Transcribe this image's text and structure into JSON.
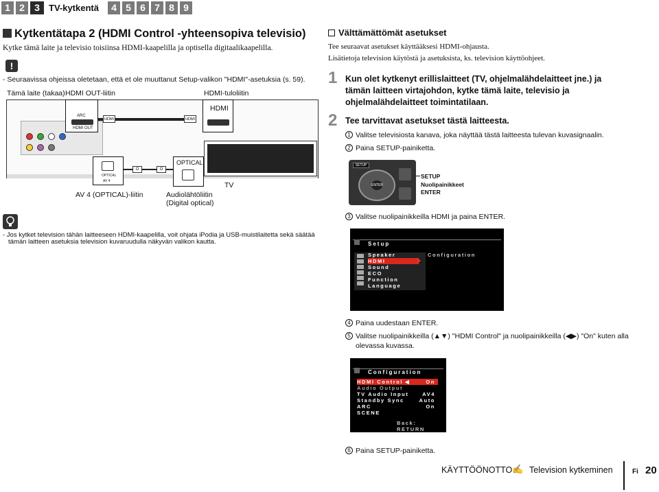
{
  "tabs": {
    "items": [
      "1",
      "2",
      "3",
      "4",
      "5",
      "6",
      "7",
      "8",
      "9"
    ],
    "active_label": "TV-kytkentä"
  },
  "left": {
    "title": "Kytkentätapa 2 (HDMI Control -yhteensopiva televisio)",
    "intro": "Kytke tämä laite ja televisio toisiinsa HDMI-kaapelilla ja optisella digitaalikaapelilla.",
    "warning_icon": "!",
    "warning_text": "- Seuraavissa ohjeissa oletetaan, että et ole muuttanut Setup-valikon \"HDMI\"-asetuksia (s. 59).",
    "diagram": {
      "label_rear": "Tämä laite (takaa)",
      "label_hdmi_out": "HDMI OUT-liitin",
      "label_hdmi_in": "HDMI-tuloliitin",
      "hdmi_callout": "HDMI",
      "optical_callout": "OPTICAL",
      "label_av4": "AV 4 (OPTICAL)-liitin",
      "label_audio_out": "Audiolähtöliitin",
      "label_digital_optical": "(Digital optical)",
      "label_tv": "TV",
      "rear_hdmi_text": "HDMI OUT",
      "rear_arc_text": "ARC",
      "optical_small": "OPTICAL",
      "av4_small": "AV 4",
      "cable_hdmi": "HDMI",
      "cable_o": "O"
    },
    "tip_icon": "lightbulb-icon",
    "tip_text_1": "- Jos kytket television tähän laitteeseen HDMI-kaapelilla, voit ohjata iPodia ja USB-muistilaitetta sekä säätää",
    "tip_text_2": "tämän laitteen asetuksia television kuvaruudulla näkyvän valikon kautta."
  },
  "right": {
    "prereq_title": "Välttämättömät asetukset",
    "prereq_line1": "Tee seuraavat asetukset käyttääksesi HDMI-ohjausta.",
    "prereq_line2": "Lisätietoja television käytöstä ja asetuksista, ks. television käyttöohjeet.",
    "step1_num": "1",
    "step1_text_1": "Kun olet kytkenyt erillislaitteet (TV, ohjelmalähdelaitteet jne.) ja",
    "step1_text_2": "tämän laitteen virtajohdon, kytke tämä laite, televisio ja",
    "step1_text_3": "ohjelmalähdelaitteet toimintatilaan.",
    "step2_num": "2",
    "step2_text": "Tee tarvittavat asetukset tästä laitteesta.",
    "sub1_num": "1",
    "sub1_text": "Valitse televisiosta kanava, joka näyttää tästä laitteesta tulevan kuvasignaalin.",
    "sub2_num": "2",
    "sub2_text": "Paina SETUP-painiketta.",
    "remote": {
      "setup_btn": "SETUP",
      "enter_btn": "ENTER",
      "label_setup": "SETUP",
      "label_arrows": "Nuolipainikkeet",
      "label_enter": "ENTER"
    },
    "sub3_num": "3",
    "sub3_text": "Valitse nuolipainikkeilla HDMI ja paina ENTER.",
    "menu1": {
      "header": "Setup",
      "items": [
        "Speaker",
        "HDMI",
        "Sound",
        "ECO",
        "Function",
        "Language"
      ],
      "right_label": "Configuration"
    },
    "sub4_num": "4",
    "sub4_text": "Paina uudestaan ENTER.",
    "sub5_num": "5",
    "sub5_text_1": "Valitse nuolipainikkeilla (▲▼) \"HDMI Control\" ja nuolipainikkeilla (◀▶) \"On\" kuten alla",
    "sub5_text_2": "olevassa kuvassa.",
    "menu2": {
      "header": "Configuration",
      "rows": [
        {
          "label": "HDMI Control",
          "value": "On"
        },
        {
          "label": "Audio Output",
          "value": ""
        },
        {
          "label": "TV Audio Input",
          "value": "AV4"
        },
        {
          "label": "Standby Sync",
          "value": "Auto"
        },
        {
          "label": "ARC",
          "value": "On"
        },
        {
          "label": "SCENE",
          "value": ""
        }
      ],
      "footer": "Back: RETURN"
    },
    "sub6_num": "6",
    "sub6_text": "Paina SETUP-painiketta."
  },
  "footer": {
    "section": "KÄYTTÖÖNOTTO",
    "subsection": "Television kytkeminen",
    "lang": "Fi",
    "page": "20"
  }
}
